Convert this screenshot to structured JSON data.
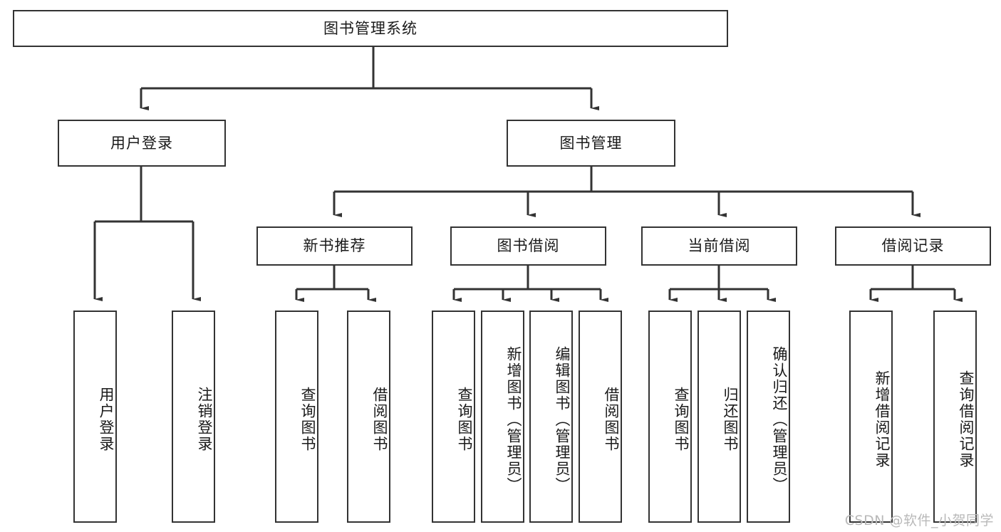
{
  "diagram": {
    "type": "tree",
    "title": "图书管理系统",
    "orientation": "top-down",
    "style": {
      "box_border_color": "#333333",
      "box_fill_color": "#ffffff",
      "line_color": "#333333",
      "text_color": "#1a1a1a",
      "background": "#ffffff"
    },
    "nodes": {
      "root": {
        "label": "图书管理系统",
        "level": 1,
        "text_direction": "horizontal"
      },
      "n_user_login": {
        "label": "用户登录",
        "level": 2,
        "text_direction": "horizontal"
      },
      "n_book_mgmt": {
        "label": "图书管理",
        "level": 2,
        "text_direction": "horizontal"
      },
      "n_new_book_rec": {
        "label": "新书推荐",
        "level": 3,
        "text_direction": "horizontal"
      },
      "n_book_borrow": {
        "label": "图书借阅",
        "level": 3,
        "text_direction": "horizontal"
      },
      "n_current_borrow": {
        "label": "当前借阅",
        "level": 3,
        "text_direction": "horizontal"
      },
      "n_borrow_record": {
        "label": "借阅记录",
        "level": 3,
        "text_direction": "horizontal"
      },
      "l_user_login": {
        "label": "用户登录",
        "level": 4,
        "text_direction": "vertical"
      },
      "l_logout": {
        "label": "注销登录",
        "level": 4,
        "text_direction": "vertical"
      },
      "l_query_book_1": {
        "label": "查询图书",
        "level": 4,
        "text_direction": "vertical"
      },
      "l_borrow_book_1": {
        "label": "借阅图书",
        "level": 4,
        "text_direction": "vertical"
      },
      "l_query_book_2": {
        "label": "查询图书",
        "level": 4,
        "text_direction": "vertical"
      },
      "l_add_book": {
        "label": "新增图书（管理员）",
        "level": 4,
        "text_direction": "vertical"
      },
      "l_edit_book": {
        "label": "编辑图书（管理员）",
        "level": 4,
        "text_direction": "vertical"
      },
      "l_borrow_book_2": {
        "label": "借阅图书",
        "level": 4,
        "text_direction": "vertical"
      },
      "l_query_book_3": {
        "label": "查询图书",
        "level": 4,
        "text_direction": "vertical"
      },
      "l_return_book": {
        "label": "归还图书",
        "level": 4,
        "text_direction": "vertical"
      },
      "l_confirm_return": {
        "label": "确认归还（管理员）",
        "level": 4,
        "text_direction": "vertical"
      },
      "l_add_record": {
        "label": "新增借阅记录",
        "level": 4,
        "text_direction": "vertical"
      },
      "l_query_record": {
        "label": "查询借阅记录",
        "level": 4,
        "text_direction": "vertical"
      }
    },
    "edges": [
      {
        "from": "root",
        "to": "n_user_login"
      },
      {
        "from": "root",
        "to": "n_book_mgmt"
      },
      {
        "from": "n_user_login",
        "to": "l_user_login"
      },
      {
        "from": "n_user_login",
        "to": "l_logout"
      },
      {
        "from": "n_book_mgmt",
        "to": "n_new_book_rec"
      },
      {
        "from": "n_book_mgmt",
        "to": "n_book_borrow"
      },
      {
        "from": "n_book_mgmt",
        "to": "n_current_borrow"
      },
      {
        "from": "n_book_mgmt",
        "to": "n_borrow_record"
      },
      {
        "from": "n_new_book_rec",
        "to": "l_query_book_1"
      },
      {
        "from": "n_new_book_rec",
        "to": "l_borrow_book_1"
      },
      {
        "from": "n_book_borrow",
        "to": "l_query_book_2"
      },
      {
        "from": "n_book_borrow",
        "to": "l_add_book"
      },
      {
        "from": "n_book_borrow",
        "to": "l_edit_book"
      },
      {
        "from": "n_book_borrow",
        "to": "l_borrow_book_2"
      },
      {
        "from": "n_current_borrow",
        "to": "l_query_book_3"
      },
      {
        "from": "n_current_borrow",
        "to": "l_return_book"
      },
      {
        "from": "n_current_borrow",
        "to": "l_confirm_return"
      },
      {
        "from": "n_borrow_record",
        "to": "l_add_record"
      },
      {
        "from": "n_borrow_record",
        "to": "l_query_record"
      }
    ]
  },
  "watermark": {
    "text": "CSDN @软件_小贺同学",
    "color": "#b9b9b9"
  }
}
